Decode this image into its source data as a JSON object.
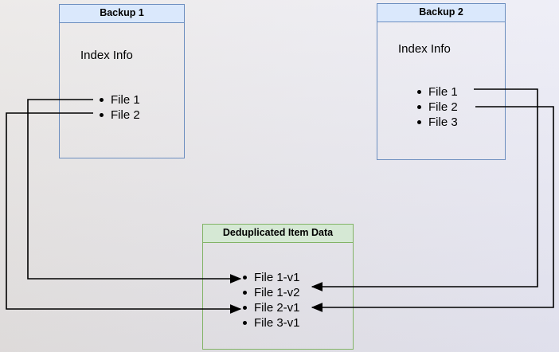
{
  "boxes": {
    "backup1": {
      "title": "Backup 1",
      "section_label": "Index Info",
      "items": [
        "File 1",
        "File 2"
      ]
    },
    "backup2": {
      "title": "Backup 2",
      "section_label": "Index Info",
      "items": [
        "File 1",
        "File 2",
        "File 3"
      ]
    },
    "dedup": {
      "title": "Deduplicated Item Data",
      "items": [
        "File 1-v1",
        "File 1-v2",
        "File 2-v1",
        "File 3-v1"
      ]
    }
  },
  "colors": {
    "blue_box_border": "#6c8ebf",
    "blue_box_header_fill": "#dae8fc",
    "green_box_border": "#82b366",
    "green_box_header_fill": "#d5e8d4",
    "connector": "#000000",
    "background_left": "#e6e3e1",
    "background_right": "#e8e8f4"
  },
  "connections": [
    {
      "from": "Backup 1 / File 1",
      "to": "Deduplicated Item Data / File 1-v1"
    },
    {
      "from": "Backup 1 / File 2",
      "to": "Deduplicated Item Data / File 2-v1"
    },
    {
      "from": "Backup 2 / File 1",
      "to": "Deduplicated Item Data / File 1-v2"
    },
    {
      "from": "Backup 2 / File 2",
      "to": "Deduplicated Item Data / File 2-v1"
    }
  ]
}
